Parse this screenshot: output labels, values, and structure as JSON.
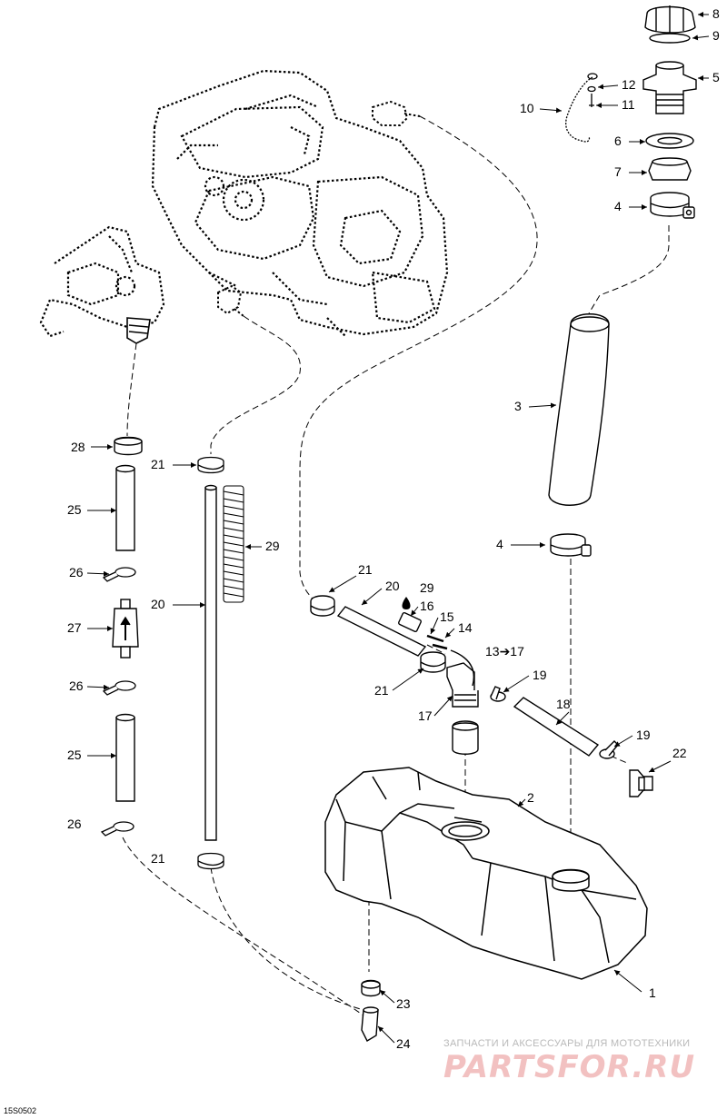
{
  "diagram": {
    "callouts": [
      {
        "label": "1",
        "name": "fuel-tank"
      },
      {
        "label": "2",
        "name": "tank-sealant-drop"
      },
      {
        "label": "3",
        "name": "filler-hose"
      },
      {
        "label": "4",
        "name": "filler-hose-clamp-top"
      },
      {
        "label": "4",
        "name": "filler-hose-clamp-bottom"
      },
      {
        "label": "5",
        "name": "filler-neck"
      },
      {
        "label": "6",
        "name": "filler-gasket"
      },
      {
        "label": "7",
        "name": "filler-nut"
      },
      {
        "label": "8",
        "name": "fuel-cap"
      },
      {
        "label": "9",
        "name": "cap-o-ring"
      },
      {
        "label": "10",
        "name": "cap-retaining-chain"
      },
      {
        "label": "11",
        "name": "chain-screw"
      },
      {
        "label": "12",
        "name": "chain-washer"
      },
      {
        "label": "13",
        "name": "vent-valve-kit",
        "arrow_to": "17"
      },
      {
        "label": "14",
        "name": "vent-part-14"
      },
      {
        "label": "15",
        "name": "vent-part-15"
      },
      {
        "label": "16",
        "name": "vent-part-16"
      },
      {
        "label": "17",
        "name": "fuel-pickup-fitting"
      },
      {
        "label": "18",
        "name": "vent-hose"
      },
      {
        "label": "19",
        "name": "vent-hose-clamp-left"
      },
      {
        "label": "19",
        "name": "vent-hose-clamp-right"
      },
      {
        "label": "20",
        "name": "fuel-line-long"
      },
      {
        "label": "20",
        "name": "fuel-line-short"
      },
      {
        "label": "21",
        "name": "fuel-line-clamp-top"
      },
      {
        "label": "21",
        "name": "fuel-line-clamp-upper-right"
      },
      {
        "label": "21",
        "name": "fuel-line-clamp-lower-right"
      },
      {
        "label": "21",
        "name": "fuel-line-clamp-bottom"
      },
      {
        "label": "22",
        "name": "check-valve"
      },
      {
        "label": "23",
        "name": "drain-grommet"
      },
      {
        "label": "24",
        "name": "drain-fitting"
      },
      {
        "label": "25",
        "name": "filter-hose-upper"
      },
      {
        "label": "25",
        "name": "filter-hose-lower"
      },
      {
        "label": "26",
        "name": "filter-clamp-upper"
      },
      {
        "label": "26",
        "name": "filter-clamp-middle"
      },
      {
        "label": "26",
        "name": "filter-clamp-lower"
      },
      {
        "label": "27",
        "name": "fuel-filter"
      },
      {
        "label": "28",
        "name": "pump-hose-clamp"
      },
      {
        "label": "29",
        "name": "spiral-protector"
      },
      {
        "label": "29",
        "name": "protector-sealant-drop"
      }
    ],
    "arrow_text": "13➔17",
    "figure_code": "15S0502"
  },
  "watermark": {
    "tagline": "ЗАПЧАСТИ И АКСЕССУАРЫ ДЛЯ МОТОТЕХНИКИ",
    "logo": "PARTSFOR.RU"
  },
  "colors": {
    "line": "#000000",
    "watermark_logo": "#f2c1c1",
    "watermark_text": "#b9b9b9",
    "fill": "#ffffff"
  }
}
